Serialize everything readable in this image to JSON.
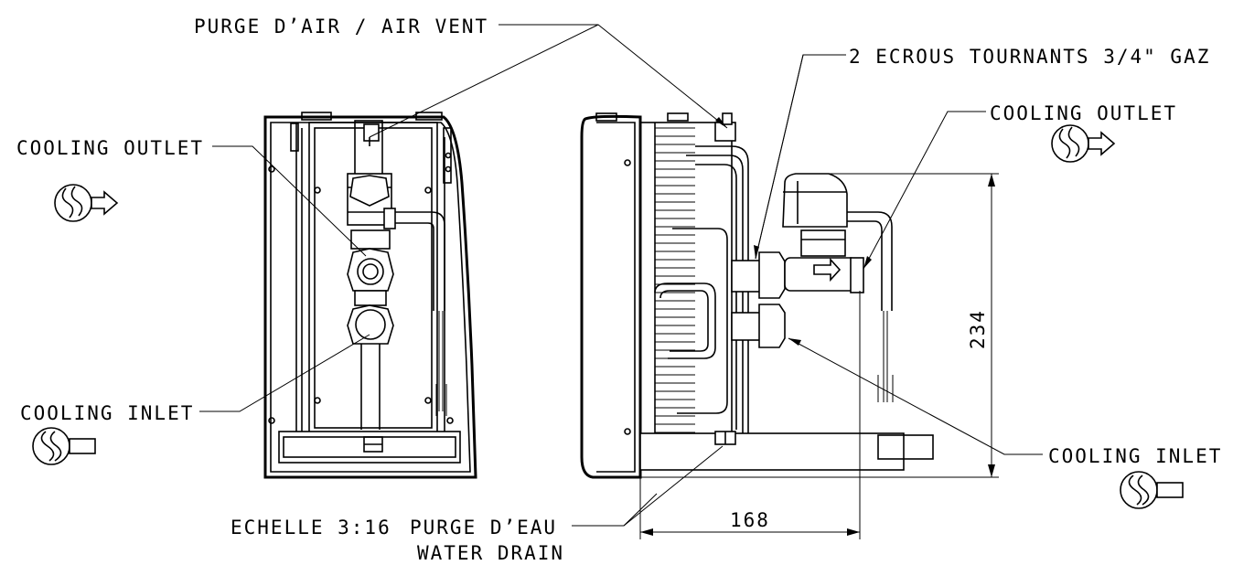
{
  "labels": {
    "air_vent": "PURGE D’AIR / AIR VENT",
    "nuts": "2 ECROUS TOURNANTS 3/4\" GAZ",
    "cooling_outlet_left": "COOLING OUTLET",
    "cooling_outlet_right": "COOLING OUTLET",
    "cooling_inlet_left": "COOLING INLET",
    "cooling_inlet_right": "COOLING INLET",
    "scale": "ECHELLE  3:16",
    "water_drain_fr": "PURGE D’EAU",
    "water_drain_en": "WATER DRAIN"
  },
  "dimensions": {
    "height": "234",
    "width": "168"
  }
}
